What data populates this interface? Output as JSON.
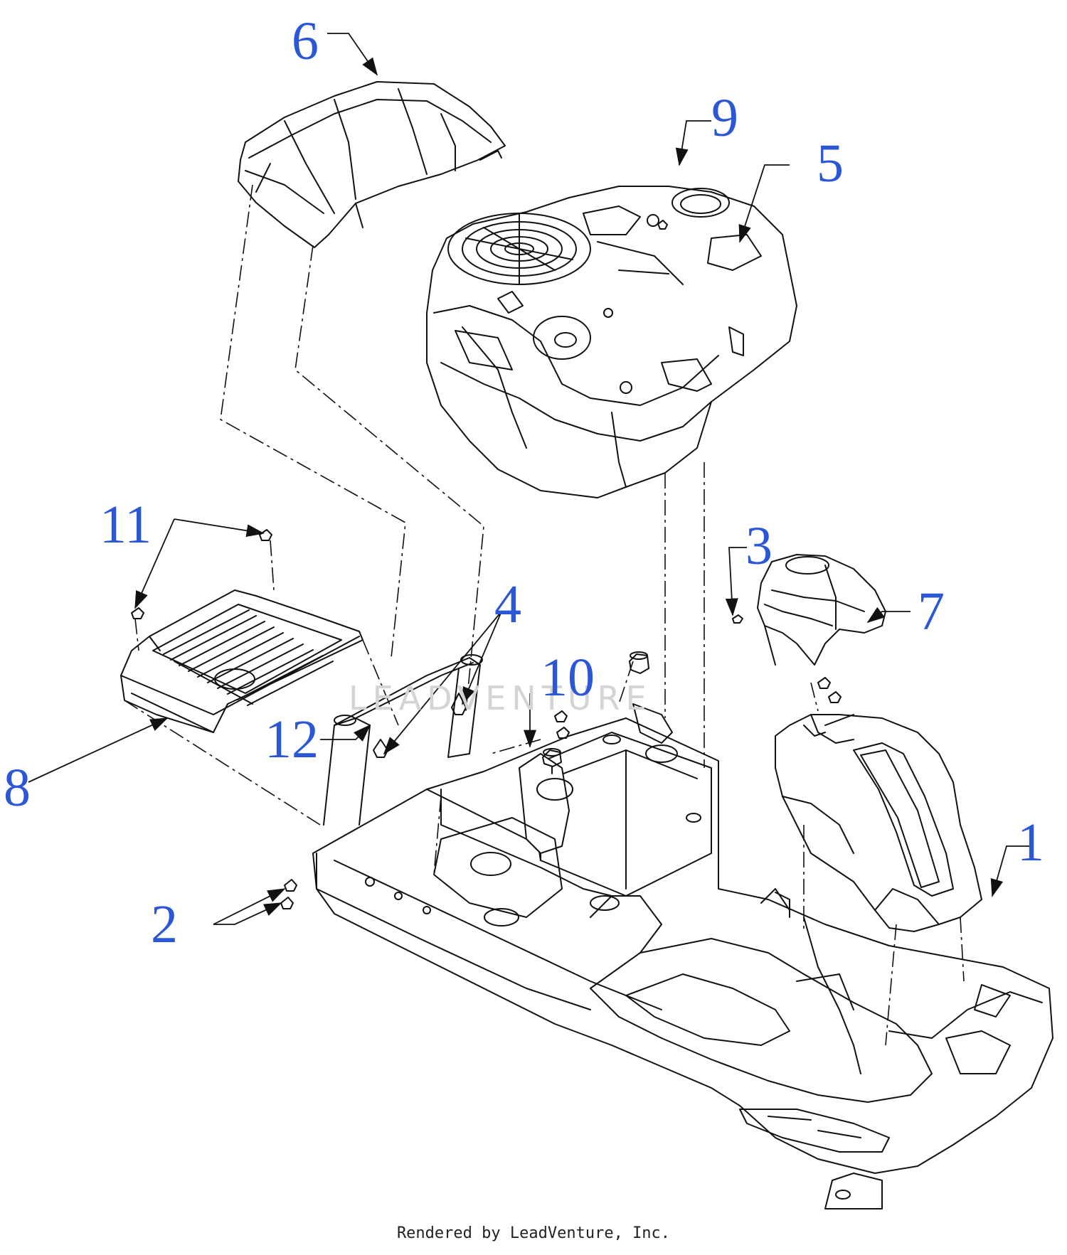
{
  "colors": {
    "callout": "#2b57d6",
    "line": "#111111",
    "watermark": "#d4d4d4"
  },
  "callouts": [
    {
      "id": "c1",
      "text": "1"
    },
    {
      "id": "c2",
      "text": "2"
    },
    {
      "id": "c3",
      "text": "3"
    },
    {
      "id": "c4",
      "text": "4"
    },
    {
      "id": "c5",
      "text": "5"
    },
    {
      "id": "c6",
      "text": "6"
    },
    {
      "id": "c7",
      "text": "7"
    },
    {
      "id": "c8",
      "text": "8"
    },
    {
      "id": "c9",
      "text": "9"
    },
    {
      "id": "c10",
      "text": "10"
    },
    {
      "id": "c11",
      "text": "11"
    },
    {
      "id": "c12",
      "text": "12"
    }
  ],
  "watermark": "LEADVENTURE",
  "footer": "Rendered by LeadVenture, Inc."
}
